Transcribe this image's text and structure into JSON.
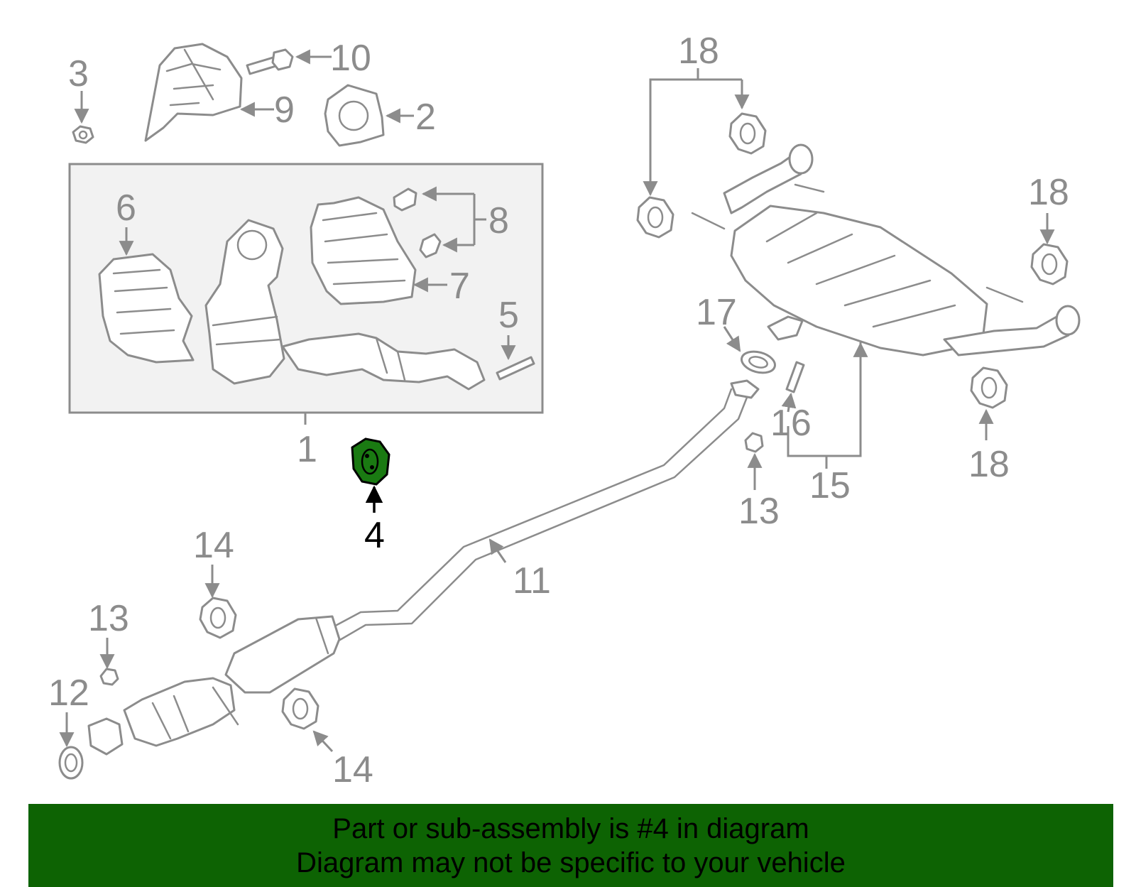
{
  "callouts": {
    "c1": "1",
    "c2": "2",
    "c3": "3",
    "c4": "4",
    "c5": "5",
    "c6": "6",
    "c7": "7",
    "c8": "8",
    "c9": "9",
    "c10": "10",
    "c11": "11",
    "c12": "12",
    "c13a": "13",
    "c13b": "13",
    "c14a": "14",
    "c14b": "14",
    "c15": "15",
    "c16": "16",
    "c17": "17",
    "c18a": "18",
    "c18b": "18",
    "c18c": "18"
  },
  "highlight": {
    "part_number": "4",
    "color": "#1a7a12"
  },
  "banner": {
    "line1": "Part or sub-assembly is #4 in diagram",
    "line2": "Diagram may not be specific to your vehicle",
    "color": "#0d6303"
  }
}
